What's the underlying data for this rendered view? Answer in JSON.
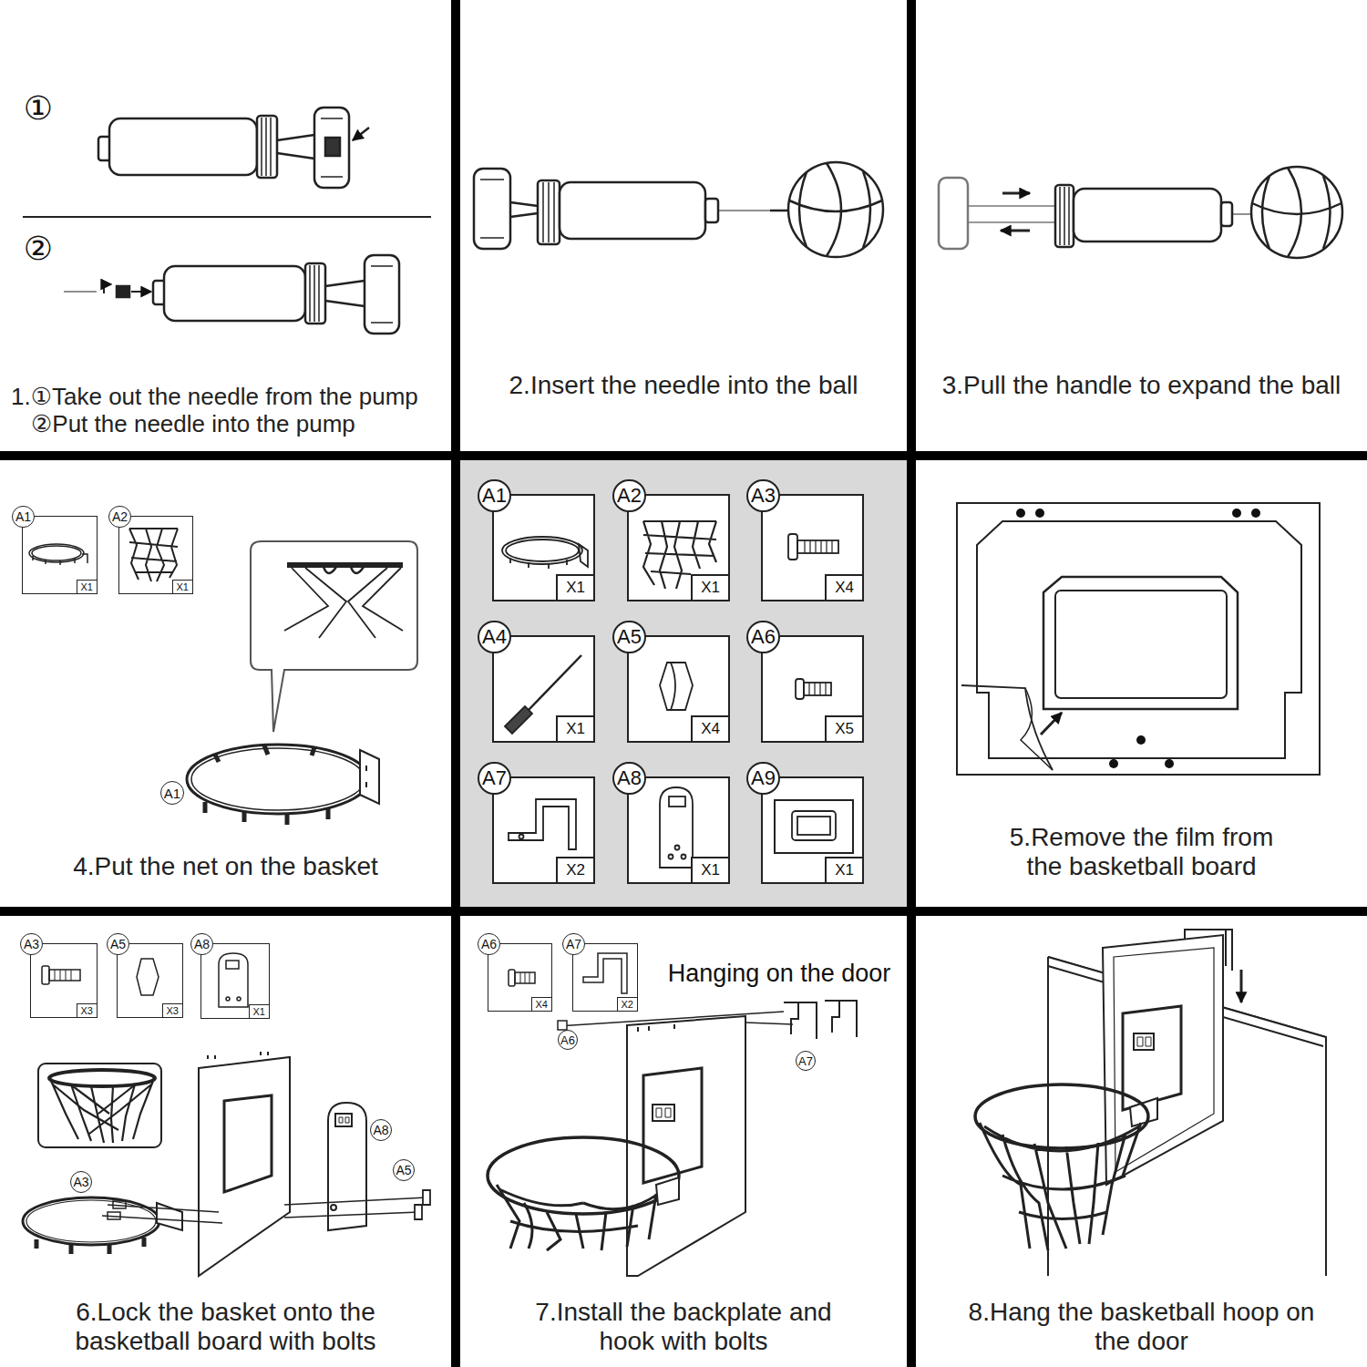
{
  "diagram": {
    "nodes": [
      {
        "text": [
          "1.①Take out the needle from the pump",
          "②Put the needle into the pump"
        ]
      },
      {
        "text": [
          "2.Insert the needle into the ball"
        ]
      },
      {
        "text": [
          "3.Pull the handle to expand the ball"
        ]
      },
      {
        "text": [
          "4.Put the net on the basket"
        ]
      },
      {
        "text": [
          "A1",
          "X1"
        ],
        "in": 3
      },
      {
        "text": [
          "A2",
          "X1"
        ],
        "in": 3
      },
      {
        "text": [
          "A1",
          "X1"
        ]
      },
      {
        "text": [
          "A2",
          "X1"
        ]
      },
      {
        "text": [
          "A3",
          "X4"
        ]
      },
      {
        "text": [
          "A4",
          "X1"
        ]
      },
      {
        "text": [
          "A5",
          "X4"
        ]
      },
      {
        "text": [
          "A6",
          "X5"
        ]
      },
      {
        "text": [
          "A7",
          "X2"
        ]
      },
      {
        "text": [
          "A8",
          "X1"
        ]
      },
      {
        "text": [
          "A9",
          "X1"
        ]
      },
      {
        "text": [
          "5.Remove the film from the basketball board"
        ]
      },
      {
        "text": [
          "6.Lock the basket onto the basketball board with bolts"
        ]
      },
      {
        "text": [
          "A3",
          "X3"
        ],
        "in": 16
      },
      {
        "text": [
          "A5",
          "X3"
        ],
        "in": 16
      },
      {
        "text": [
          "A8",
          "X1"
        ],
        "in": 16
      },
      {
        "text": [
          "7.Install the backplate and hook with bolts"
        ]
      },
      {
        "text": [
          "A6",
          "X4"
        ],
        "in": 20
      },
      {
        "text": [
          "A7",
          "X2"
        ],
        "in": 20
      },
      {
        "text": [
          "8.Hang the basketball hoop on the door"
        ]
      }
    ],
    "labels": [
      "①",
      "②",
      "A1",
      "A3",
      "A8",
      "A5",
      "Hanging on the door",
      "A6",
      "A7"
    ]
  }
}
